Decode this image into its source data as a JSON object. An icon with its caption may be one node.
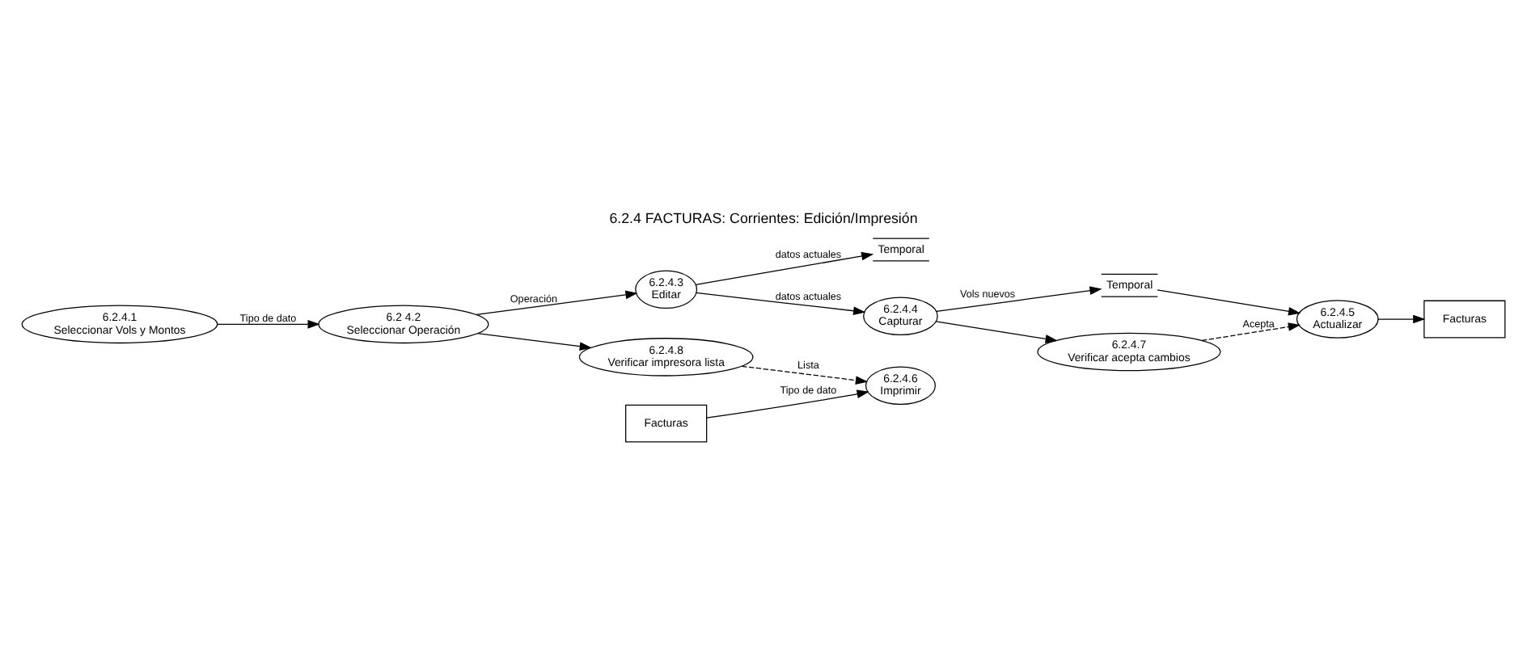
{
  "diagram": {
    "title": "6.2.4 FACTURAS: Corrientes: Edición/Impresión",
    "nodes": [
      {
        "text": [
          "Temporal"
        ]
      },
      {
        "text": [
          "Facturas"
        ]
      },
      {
        "text": [
          "Temporal"
        ]
      },
      {
        "text": [
          "6.2.4.1",
          "Seleccionar Vols y Montos"
        ]
      },
      {
        "text": [
          "6.2.4.3",
          "Editar"
        ]
      },
      {
        "text": [
          "6.2.4.4",
          "Capturar"
        ]
      },
      {
        "text": [
          "6.2.4.5",
          "Actualizar"
        ]
      },
      {
        "text": [
          "6.2 4.2",
          "Seleccionar Operación"
        ]
      },
      {
        "text": [
          "6.2.4.6",
          "Imprimir"
        ]
      },
      {
        "text": [
          "6.2.4.7",
          "Verificar acepta cambios"
        ]
      },
      {
        "text": [
          "6.2.4.8",
          "Verificar impresora lista"
        ]
      },
      {
        "text": [
          "Facturas"
        ]
      }
    ],
    "edges": [
      {
        "from": 3,
        "to": 7,
        "arrow": "to",
        "label": "Tipo de dato"
      },
      {
        "from": 7,
        "to": 4,
        "arrow": "to",
        "label": "Operación"
      },
      {
        "from": 7,
        "to": 10,
        "arrow": "to"
      },
      {
        "from": 4,
        "to": 0,
        "arrow": "to",
        "label": "datos actuales"
      },
      {
        "from": 4,
        "to": 5,
        "arrow": "to",
        "label": "datos actuales"
      },
      {
        "from": 5,
        "to": 2,
        "arrow": "to",
        "label": "Vols nuevos"
      },
      {
        "from": 2,
        "to": 6,
        "arrow": "to"
      },
      {
        "from": 6,
        "to": 1,
        "arrow": "to"
      },
      {
        "from": 5,
        "to": 9,
        "arrow": "to"
      },
      {
        "from": 9,
        "to": 6,
        "arrow": "to",
        "label": "Acepta",
        "style": "dashed"
      },
      {
        "from": 10,
        "to": 8,
        "arrow": "to",
        "label": "Lista",
        "style": "dashed"
      },
      {
        "from": 11,
        "to": 8,
        "arrow": "to",
        "label": "Tipo de dato"
      }
    ]
  }
}
